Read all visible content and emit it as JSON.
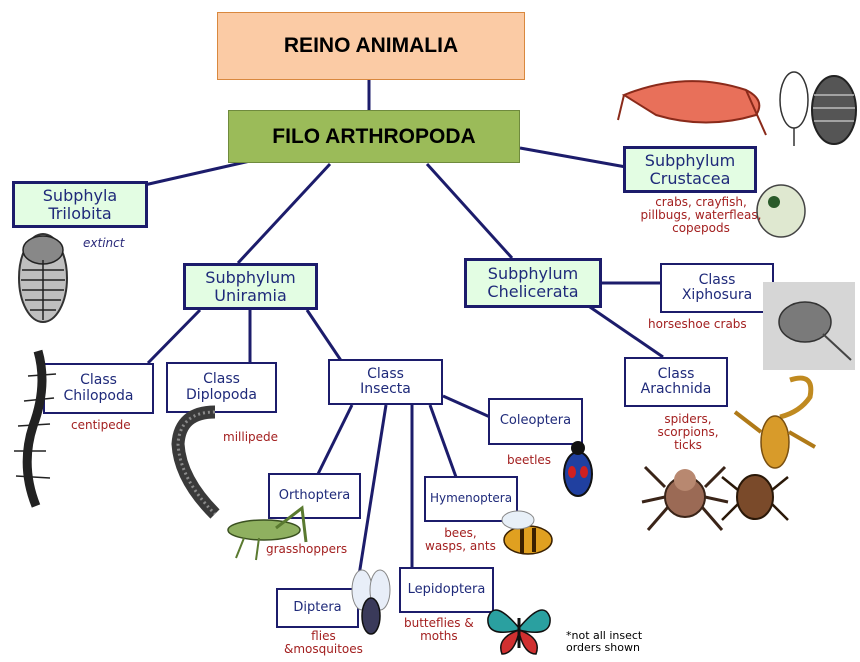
{
  "root": {
    "label": "REINO ANIMALIA"
  },
  "phylum": {
    "label": "FILO ARTHROPODA"
  },
  "trilobita": {
    "line1": "Subphyla",
    "line2": "Trilobita",
    "note": "extinct"
  },
  "crustacea": {
    "line1": "Subphylum",
    "line2": "Crustacea",
    "note": "crabs, crayfish,\npillbugs, waterfleas,\ncopepods"
  },
  "uniramia": {
    "line1": "Subphylum",
    "line2": "Uniramia"
  },
  "chelicerata": {
    "line1": "Subphylum",
    "line2": "Chelicerata"
  },
  "xiphosura": {
    "line1": "Class",
    "line2": "Xiphosura",
    "note": "horseshoe crabs"
  },
  "arachnida": {
    "line1": "Class",
    "line2": "Arachnida",
    "note": "spiders,\nscorpions,\nticks"
  },
  "chilopoda": {
    "line1": "Class",
    "line2": "Chilopoda",
    "note": "centipede"
  },
  "diplopoda": {
    "line1": "Class",
    "line2": "Diplopoda",
    "note": "millipede"
  },
  "insecta": {
    "line1": "Class",
    "line2": "Insecta"
  },
  "coleoptera": {
    "label": "Coleoptera",
    "note": "beetles"
  },
  "orthoptera": {
    "label": "Orthoptera",
    "note": "grasshoppers"
  },
  "hymenoptera": {
    "label": "Hymenoptera",
    "note": "bees,\nwasps, ants"
  },
  "diptera": {
    "label": "Diptera",
    "note": "flies\n&mosquitoes"
  },
  "lepidoptera": {
    "label": "Lepidoptera",
    "note": "butteflies &\nmoths"
  },
  "footnote": {
    "text": "*not all insect\norders shown"
  },
  "colors": {
    "line": "#1c1c6b",
    "box_fill": "#e3fde3",
    "reino_fill": "#fbcba5",
    "filo_fill": "#9bbb59",
    "note_red": "#a32020",
    "note_blue": "#2a2a7a"
  }
}
